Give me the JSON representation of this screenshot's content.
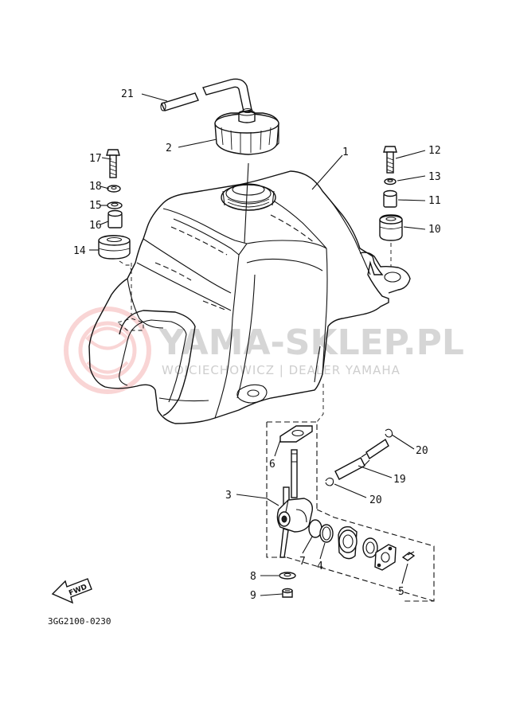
{
  "diagram": {
    "part_code": "3GG2100-0230",
    "fwd_label": "FWD",
    "watermark": {
      "title": "YAMA-SKLEP.PL",
      "subtitle": "WOJCIECHOWICZ | DEALER YAMAHA"
    },
    "callouts": [
      {
        "id": "c1",
        "label": "1"
      },
      {
        "id": "c2",
        "label": "2"
      },
      {
        "id": "c3",
        "label": "3"
      },
      {
        "id": "c4",
        "label": "4"
      },
      {
        "id": "c5",
        "label": "5"
      },
      {
        "id": "c6",
        "label": "6"
      },
      {
        "id": "c7",
        "label": "7"
      },
      {
        "id": "c8",
        "label": "8"
      },
      {
        "id": "c9",
        "label": "9"
      },
      {
        "id": "c10",
        "label": "10"
      },
      {
        "id": "c11",
        "label": "11"
      },
      {
        "id": "c12",
        "label": "12"
      },
      {
        "id": "c13",
        "label": "13"
      },
      {
        "id": "c14",
        "label": "14"
      },
      {
        "id": "c15",
        "label": "15"
      },
      {
        "id": "c16",
        "label": "16"
      },
      {
        "id": "c17",
        "label": "17"
      },
      {
        "id": "c18",
        "label": "18"
      },
      {
        "id": "c19",
        "label": "19"
      },
      {
        "id": "c20a",
        "label": "20"
      },
      {
        "id": "c20b",
        "label": "20"
      },
      {
        "id": "c21",
        "label": "21"
      }
    ]
  }
}
